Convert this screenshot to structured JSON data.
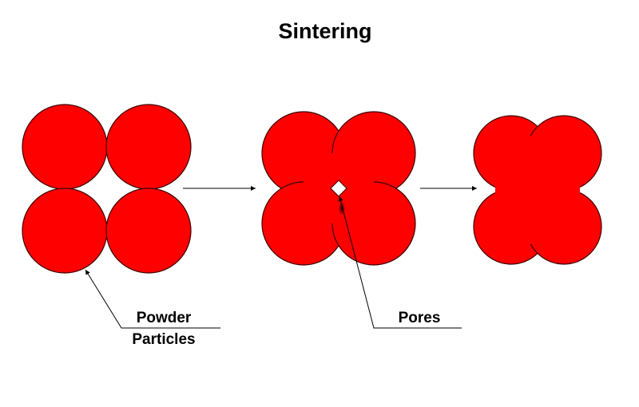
{
  "title": "Sintering",
  "labels": {
    "powder_line1": "Powder",
    "powder_line2": "Particles",
    "pores": "Pores"
  },
  "stages": [
    {
      "name": "loose-powder"
    },
    {
      "name": "necking-with-pore"
    },
    {
      "name": "densified"
    }
  ],
  "colors": {
    "particle_fill": "#ff0000",
    "particle_outline": "#3a0000",
    "line": "#000000",
    "background": "#ffffff"
  }
}
